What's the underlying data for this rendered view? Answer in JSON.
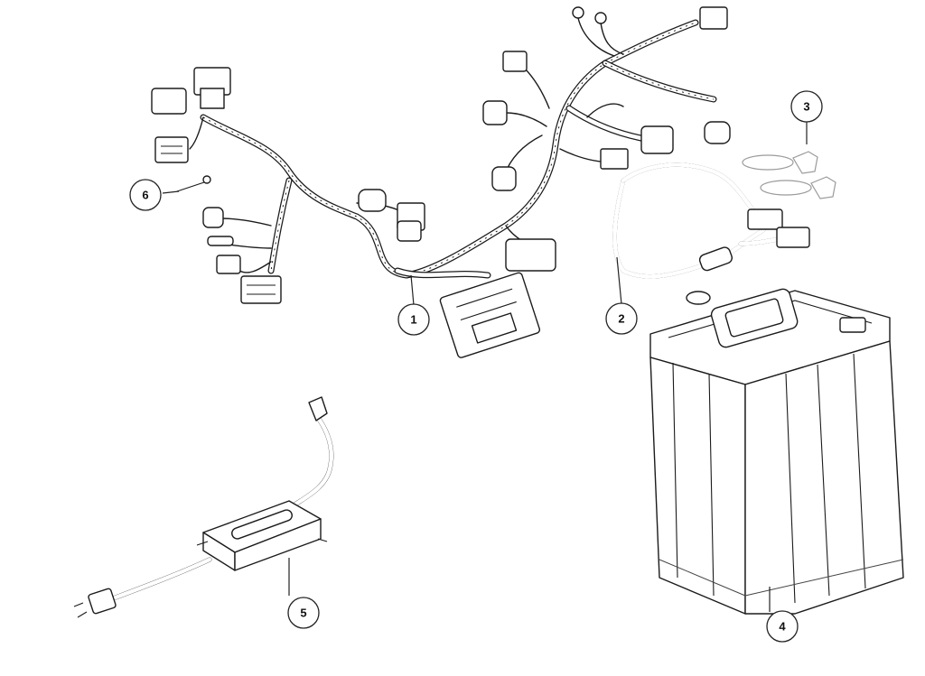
{
  "callouts": [
    {
      "id": "1",
      "label": "1"
    },
    {
      "id": "2",
      "label": "2"
    },
    {
      "id": "3",
      "label": "3"
    },
    {
      "id": "4",
      "label": "4"
    },
    {
      "id": "5",
      "label": "5"
    },
    {
      "id": "6",
      "label": "6"
    }
  ],
  "parts": {
    "p1": "wiring-harness",
    "p2": "battery-cable",
    "p3": "terminal-caps",
    "p4": "battery",
    "p5": "battery-charger",
    "p6": "screw"
  }
}
